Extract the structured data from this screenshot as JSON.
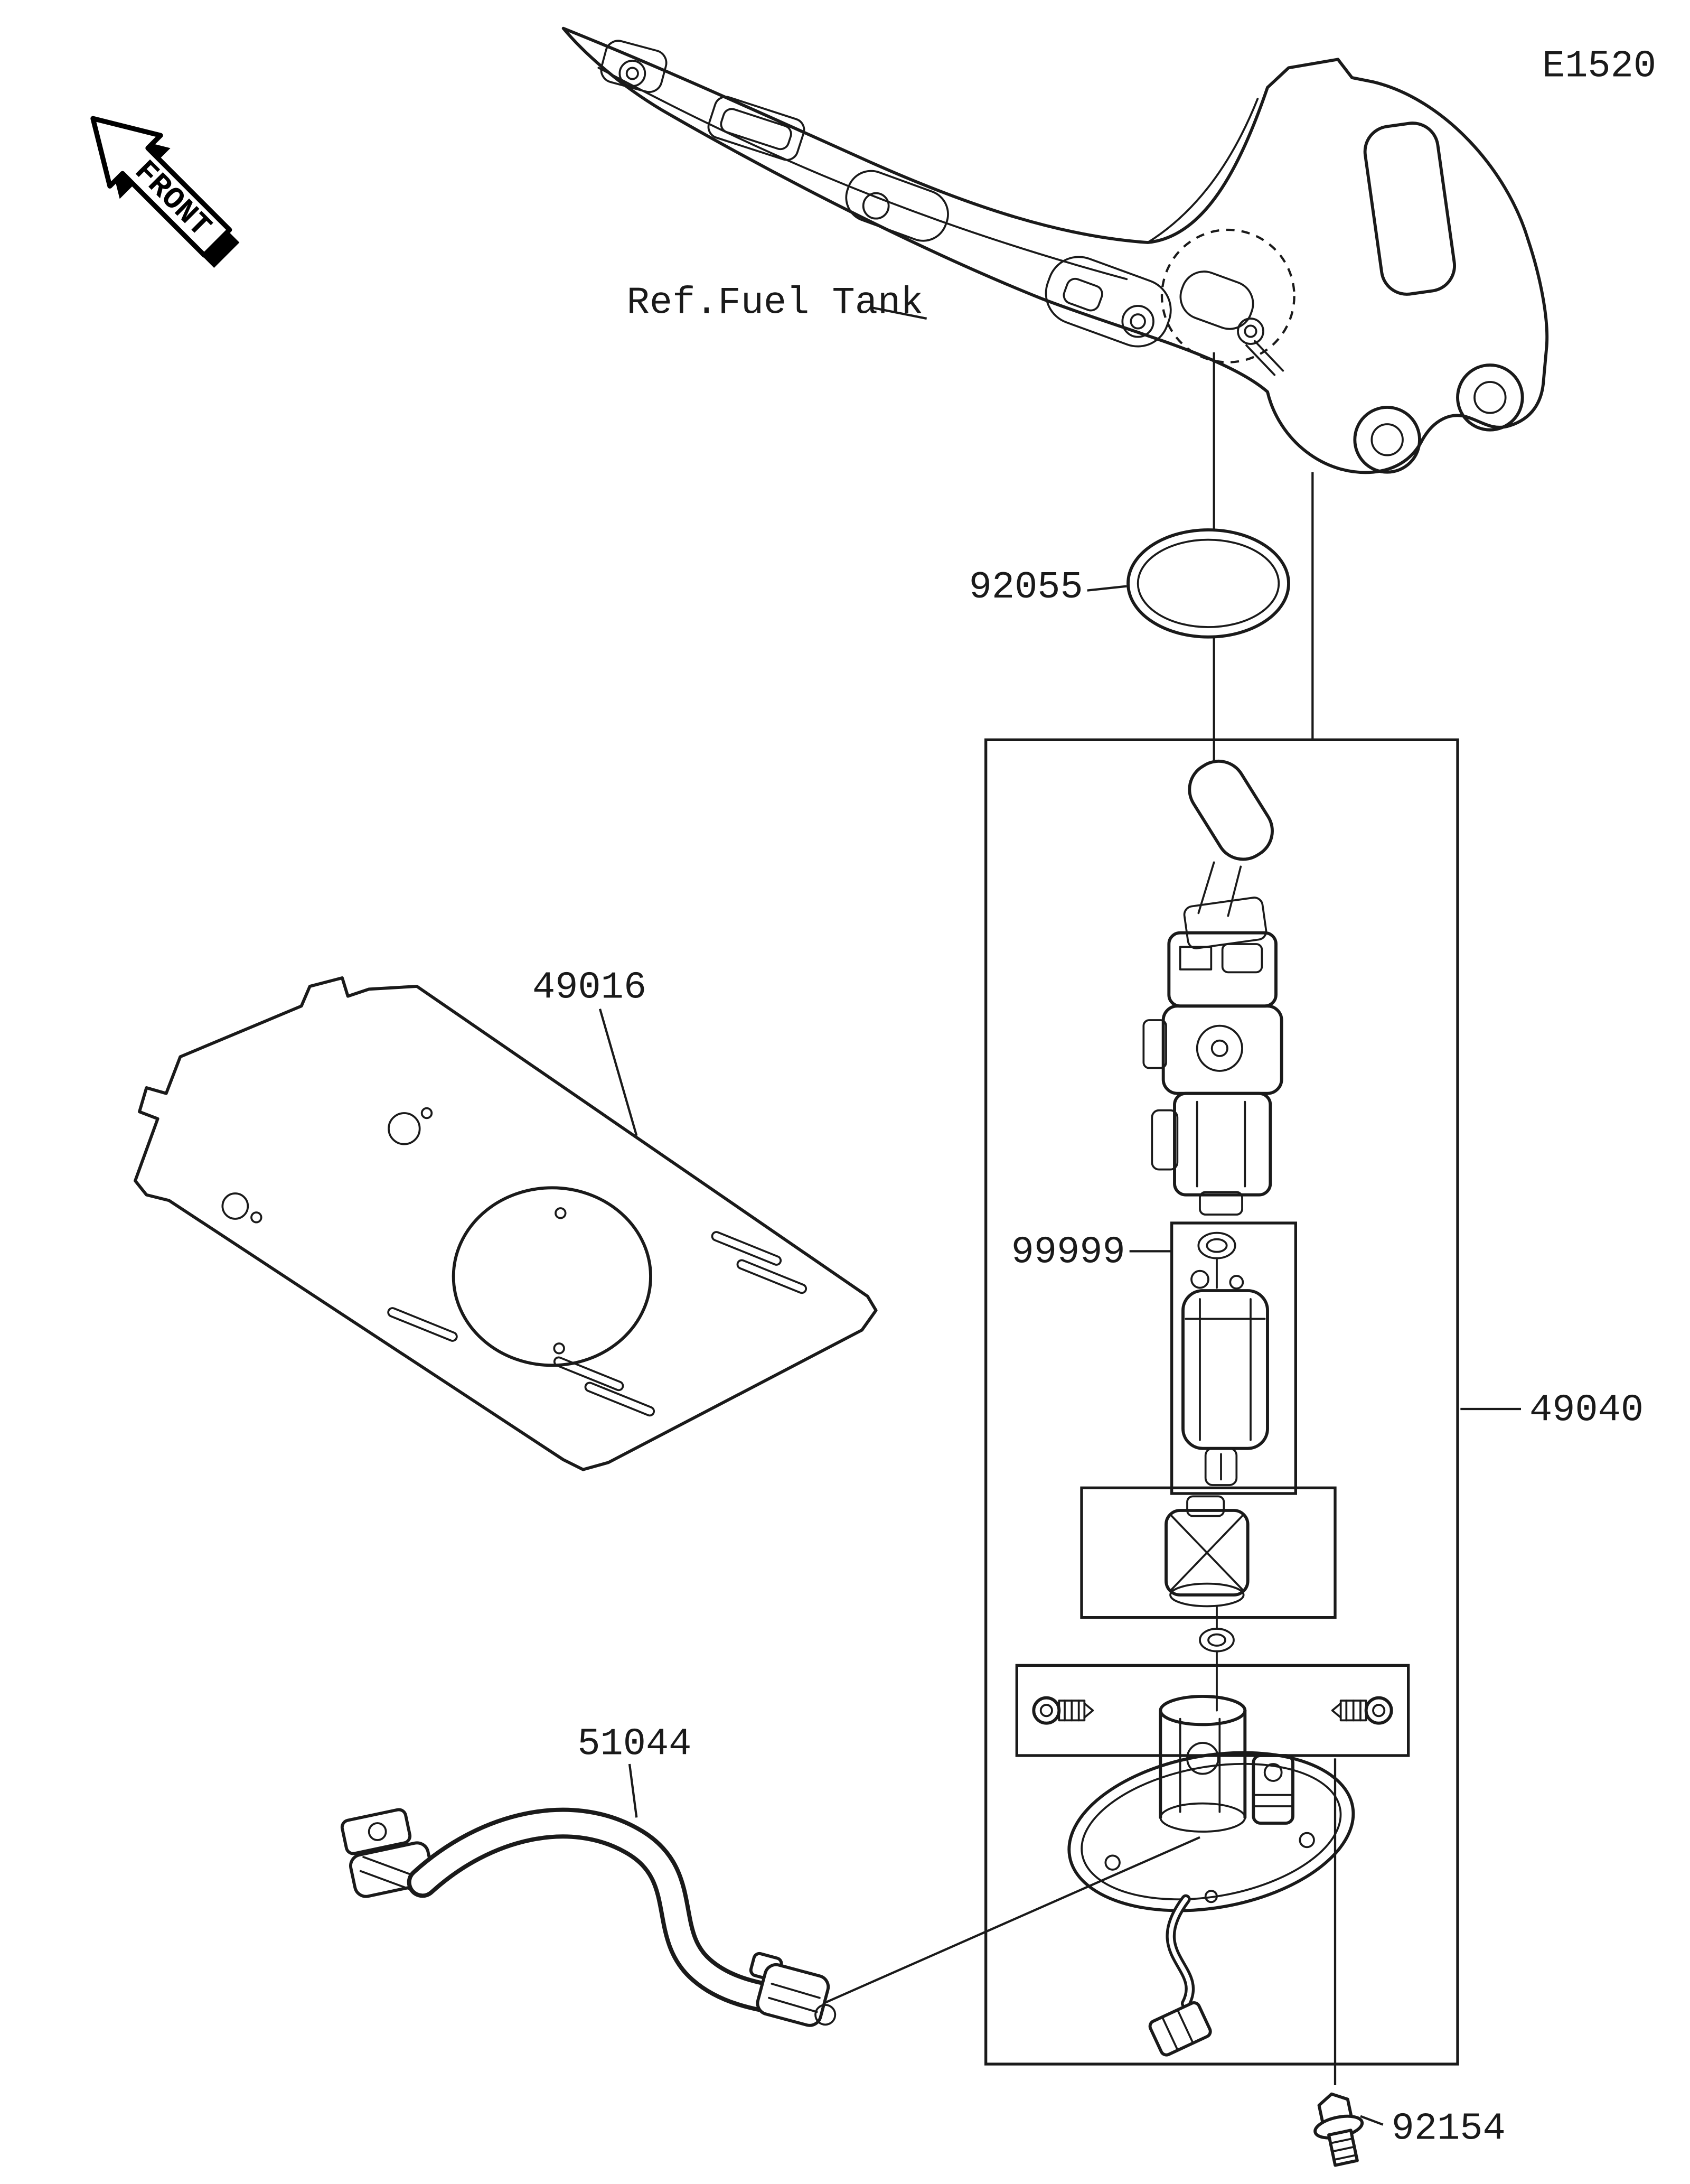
{
  "diagram": {
    "code": "E1520",
    "front_label": "FRONT",
    "ref_fuel_tank": "Ref.Fuel Tank"
  },
  "labels": {
    "oring": "92055",
    "bracket_plate": "49016",
    "pump_inner": "99999",
    "pump_assembly": "49040",
    "fuel_hose": "51044",
    "bolt": "92154"
  }
}
